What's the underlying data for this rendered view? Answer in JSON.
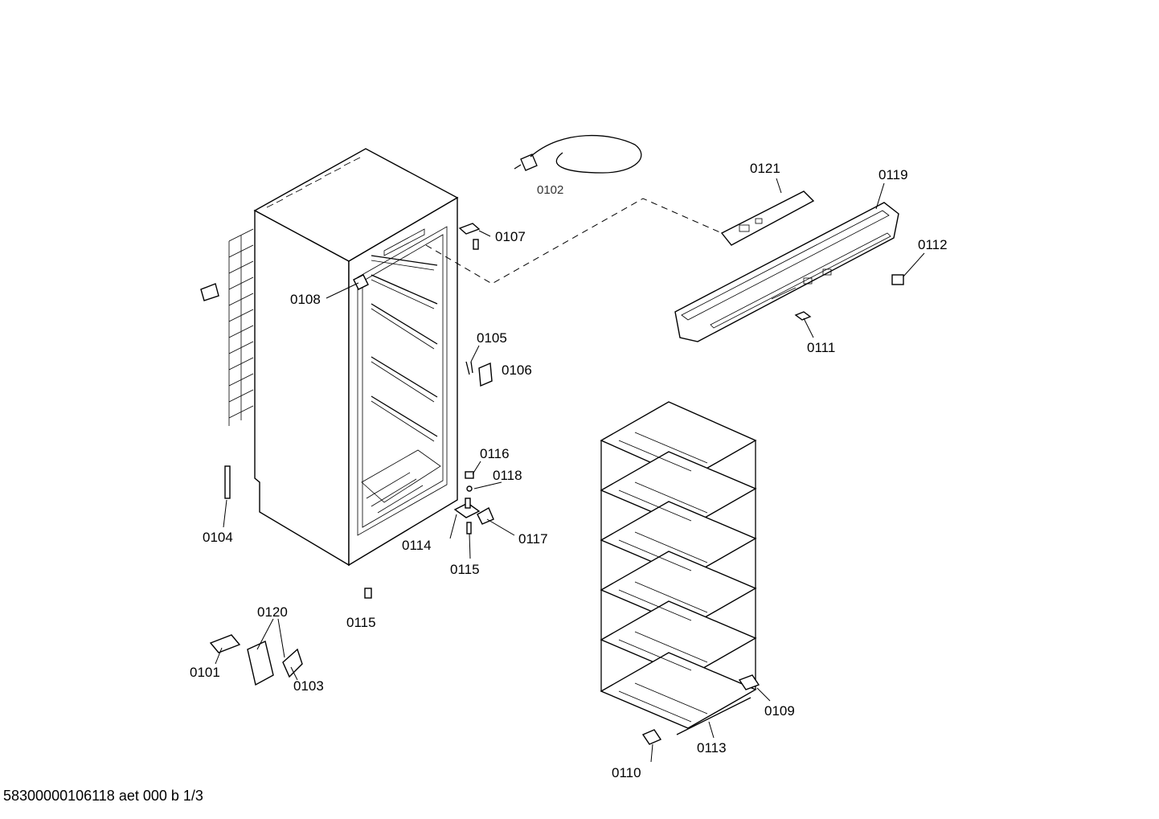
{
  "diagram": {
    "labels": {
      "p0101": "0101",
      "p0102": "0102",
      "p0103": "0103",
      "p0104": "0104",
      "p0105": "0105",
      "p0106": "0106",
      "p0107": "0107",
      "p0108": "0108",
      "p0109": "0109",
      "p0110": "0110",
      "p0111": "0111",
      "p0112": "0112",
      "p0113": "0113",
      "p0114": "0114",
      "p0115a": "0115",
      "p0115b": "0115",
      "p0116": "0116",
      "p0117": "0117",
      "p0118": "0118",
      "p0119": "0119",
      "p0120": "0120",
      "p0121": "0121"
    }
  },
  "footer": {
    "document_code": "58300000106118 aet 000 b 1/3"
  }
}
